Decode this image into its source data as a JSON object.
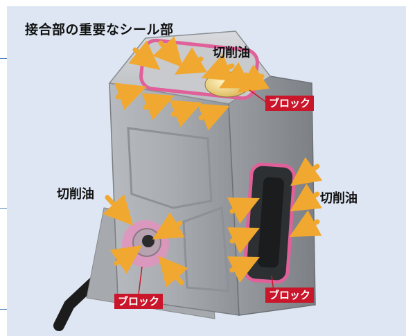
{
  "title": "接合部の重要なシール部",
  "labels": {
    "top_oil": "切削油",
    "left_oil": "切削油",
    "right_oil": "切削油"
  },
  "tags": {
    "top_block": "ブロック",
    "right_block": "ブロック",
    "left_block": "ブロック"
  },
  "colors": {
    "panel_bg": "#dde6f2",
    "arrow": "#f0a830",
    "seal": "#e0609a",
    "tag_bg": "#c9162b"
  }
}
